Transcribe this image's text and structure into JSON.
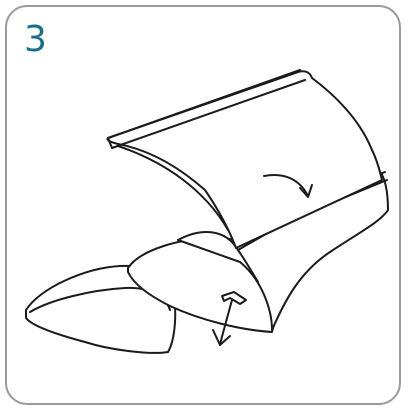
{
  "step": {
    "number": "3"
  },
  "colors": {
    "frame": "#9a9a9a",
    "step_number": "#1a6e87",
    "line_art": "#1b1b1b",
    "background": "#ffffff"
  },
  "illustration": {
    "objects": [
      "tall-shell-piece",
      "base-frame",
      "pad-cushion",
      "seat-cushion"
    ],
    "arrows": [
      "rotate-down-arrow",
      "pull-tab-down-arrow"
    ]
  }
}
